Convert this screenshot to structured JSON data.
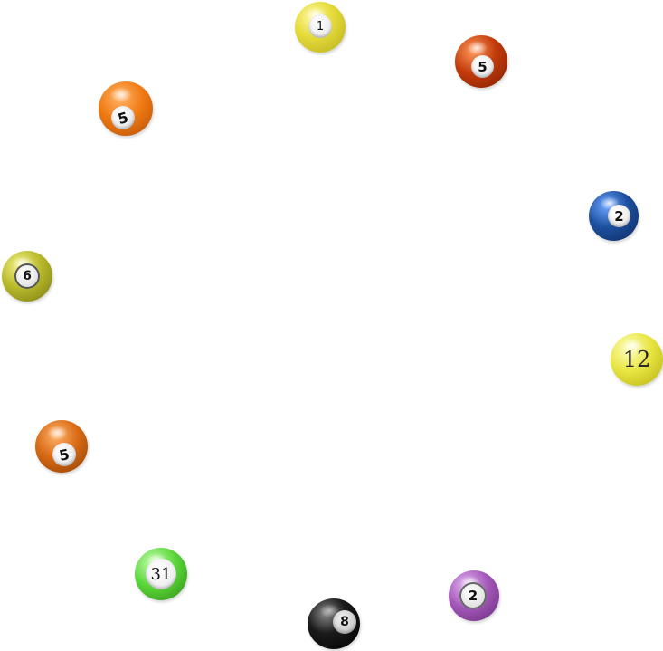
{
  "balls": [
    {
      "number": "1",
      "color": "#e6dc3a",
      "style": "disc"
    },
    {
      "number": "5",
      "color": "#c23a0a",
      "style": "disc"
    },
    {
      "number": "5",
      "color": "#f07a12",
      "style": "disc"
    },
    {
      "number": "2",
      "color": "#1d4f9e",
      "style": "disc"
    },
    {
      "number": "6",
      "color": "#b7b82a",
      "style": "disc"
    },
    {
      "number": "12",
      "color": "#e8e540",
      "style": "plain"
    },
    {
      "number": "5",
      "color": "#d86a14",
      "style": "disc"
    },
    {
      "number": "31",
      "color": "#5bd63a",
      "style": "plain-disc"
    },
    {
      "number": "2",
      "color": "#a457b8",
      "style": "disc"
    },
    {
      "number": "8",
      "color": "#1a1a1a",
      "style": "disc"
    }
  ]
}
